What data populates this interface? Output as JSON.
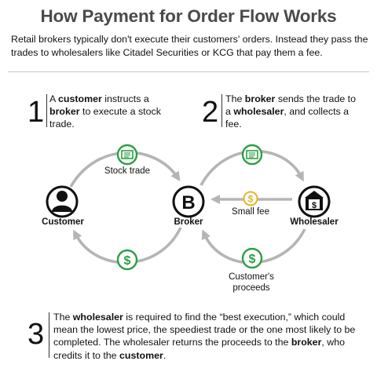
{
  "header": {
    "title": "How Payment for Order Flow Works",
    "subtitle": "Retail brokers typically don't execute their customers' orders. Instead they pass the trades to wholesalers like Citadel Securities or KCG that pay them a fee."
  },
  "steps": [
    {
      "number": "1",
      "parts": [
        {
          "text": "A ",
          "bold": false
        },
        {
          "text": "customer",
          "bold": true
        },
        {
          "text": " instructs a ",
          "bold": false
        },
        {
          "text": "broker",
          "bold": true
        },
        {
          "text": " to execute a stock trade.",
          "bold": false
        }
      ]
    },
    {
      "number": "2",
      "parts": [
        {
          "text": "The ",
          "bold": false
        },
        {
          "text": "broker",
          "bold": true
        },
        {
          "text": " sends the trade to a ",
          "bold": false
        },
        {
          "text": "wholesaler",
          "bold": true
        },
        {
          "text": ", and collects a fee.",
          "bold": false
        }
      ]
    },
    {
      "number": "3",
      "parts": [
        {
          "text": "The ",
          "bold": false
        },
        {
          "text": "wholesaler",
          "bold": true
        },
        {
          "text": " is required to find the “best execution,” which could mean the lowest price, the speediest trade or the one most likely to be completed. The wholesaler returns the proceeds to the ",
          "bold": false
        },
        {
          "text": "broker",
          "bold": true
        },
        {
          "text": ", who credits it to the ",
          "bold": false
        },
        {
          "text": "customer",
          "bold": true
        },
        {
          "text": ".",
          "bold": false
        }
      ]
    }
  ],
  "nodes": {
    "customer": "Customer",
    "broker": "Broker",
    "broker_glyph": "B",
    "wholesaler": "Wholesaler",
    "wholesaler_glyph": "$"
  },
  "flows": {
    "stock_trade": "Stock trade",
    "small_fee": "Small fee",
    "proceeds": "Customer's proceeds",
    "dollar_glyph": "$"
  },
  "colors": {
    "green": "#2e9e44",
    "gold": "#e5b52a",
    "arrow_gray": "#b5b5b5",
    "dark": "#111111"
  },
  "icons": {
    "customer": "person-icon",
    "broker": "broker-b-icon",
    "wholesaler": "bank-building-icon",
    "stock_trade": "trade-ticket-icon",
    "small_fee": "coin-icon",
    "proceeds": "dollar-coin-icon"
  }
}
